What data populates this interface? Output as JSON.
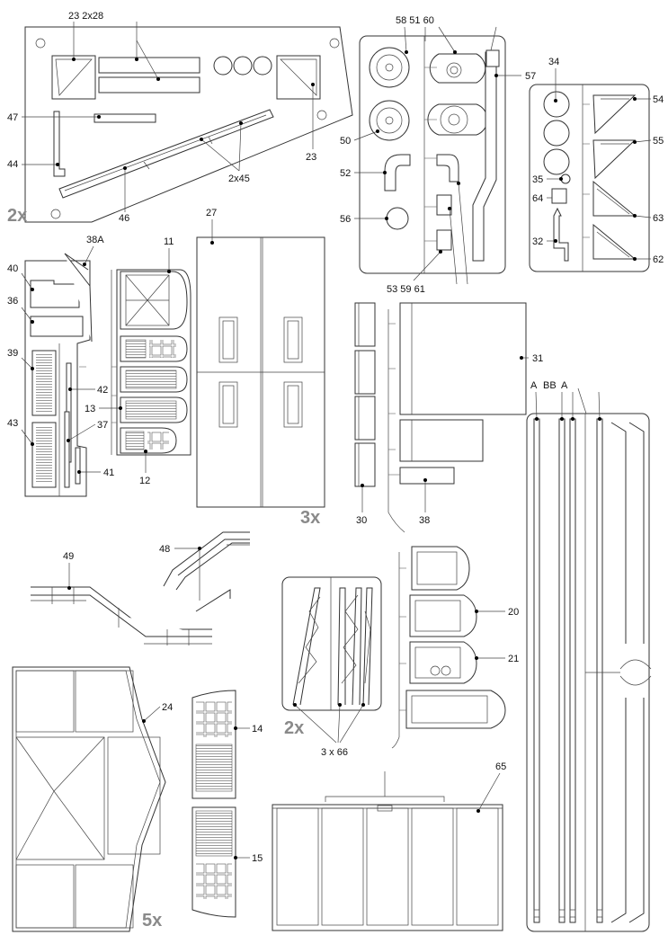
{
  "multipliers": {
    "top_left": "2x",
    "door": "3x",
    "bottom_left": "5x",
    "truss": "2x"
  },
  "labels": {
    "l23_2x28": "23 2x28",
    "l47": "47",
    "l44": "44",
    "l46": "46",
    "l2x45": "2x45",
    "l23b": "23",
    "l58_51_60": "58 51 60",
    "l57": "57",
    "l50": "50",
    "l52": "52",
    "l56": "56",
    "l53_59_61": "53 59 61",
    "l34": "34",
    "l54": "54",
    "l55": "55",
    "l35": "35",
    "l64": "64",
    "l63": "63",
    "l32": "32",
    "l62": "62",
    "l38A": "38A",
    "l40": "40",
    "l36": "36",
    "l39": "39",
    "l42": "42",
    "l37": "37",
    "l43": "43",
    "l41": "41",
    "l11": "11",
    "l13": "13",
    "l12": "12",
    "l27": "27",
    "l31": "31",
    "l30": "30",
    "l38": "38",
    "lA1": "A",
    "lBB": "BB",
    "lA2": "A",
    "l49": "49",
    "l48": "48",
    "l20": "20",
    "l21": "21",
    "l3x66": "3 x 66",
    "l24": "24",
    "l14": "14",
    "l15": "15",
    "l65": "65"
  }
}
